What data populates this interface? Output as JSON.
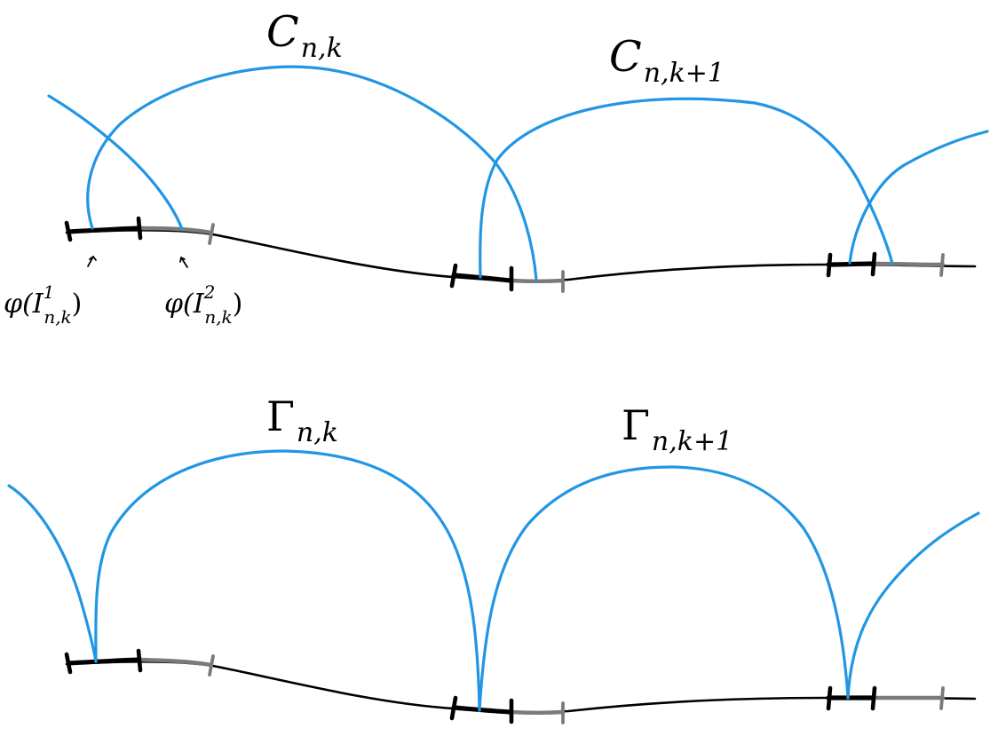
{
  "labels": {
    "top_left_curve": {
      "main": "C",
      "sub": "n,k"
    },
    "top_right_curve": {
      "main": "C",
      "sub": "n,k+1"
    },
    "bottom_left_curve": {
      "main": "Γ",
      "sub": "n,k"
    },
    "bottom_right_curve": {
      "main": "Γ",
      "sub": "n,k+1"
    },
    "interval_1": {
      "func": "φ(",
      "main": "I",
      "sup": "1",
      "sub": "n,k",
      "close": ")"
    },
    "interval_2": {
      "func": "φ(",
      "main": "I",
      "sup": "2",
      "sub": "n,k",
      "close": ")"
    }
  },
  "colors": {
    "curve": "#2196e3",
    "base_line": "#000000",
    "interval_dark": "#000000",
    "interval_grey": "#7a7a7a"
  }
}
